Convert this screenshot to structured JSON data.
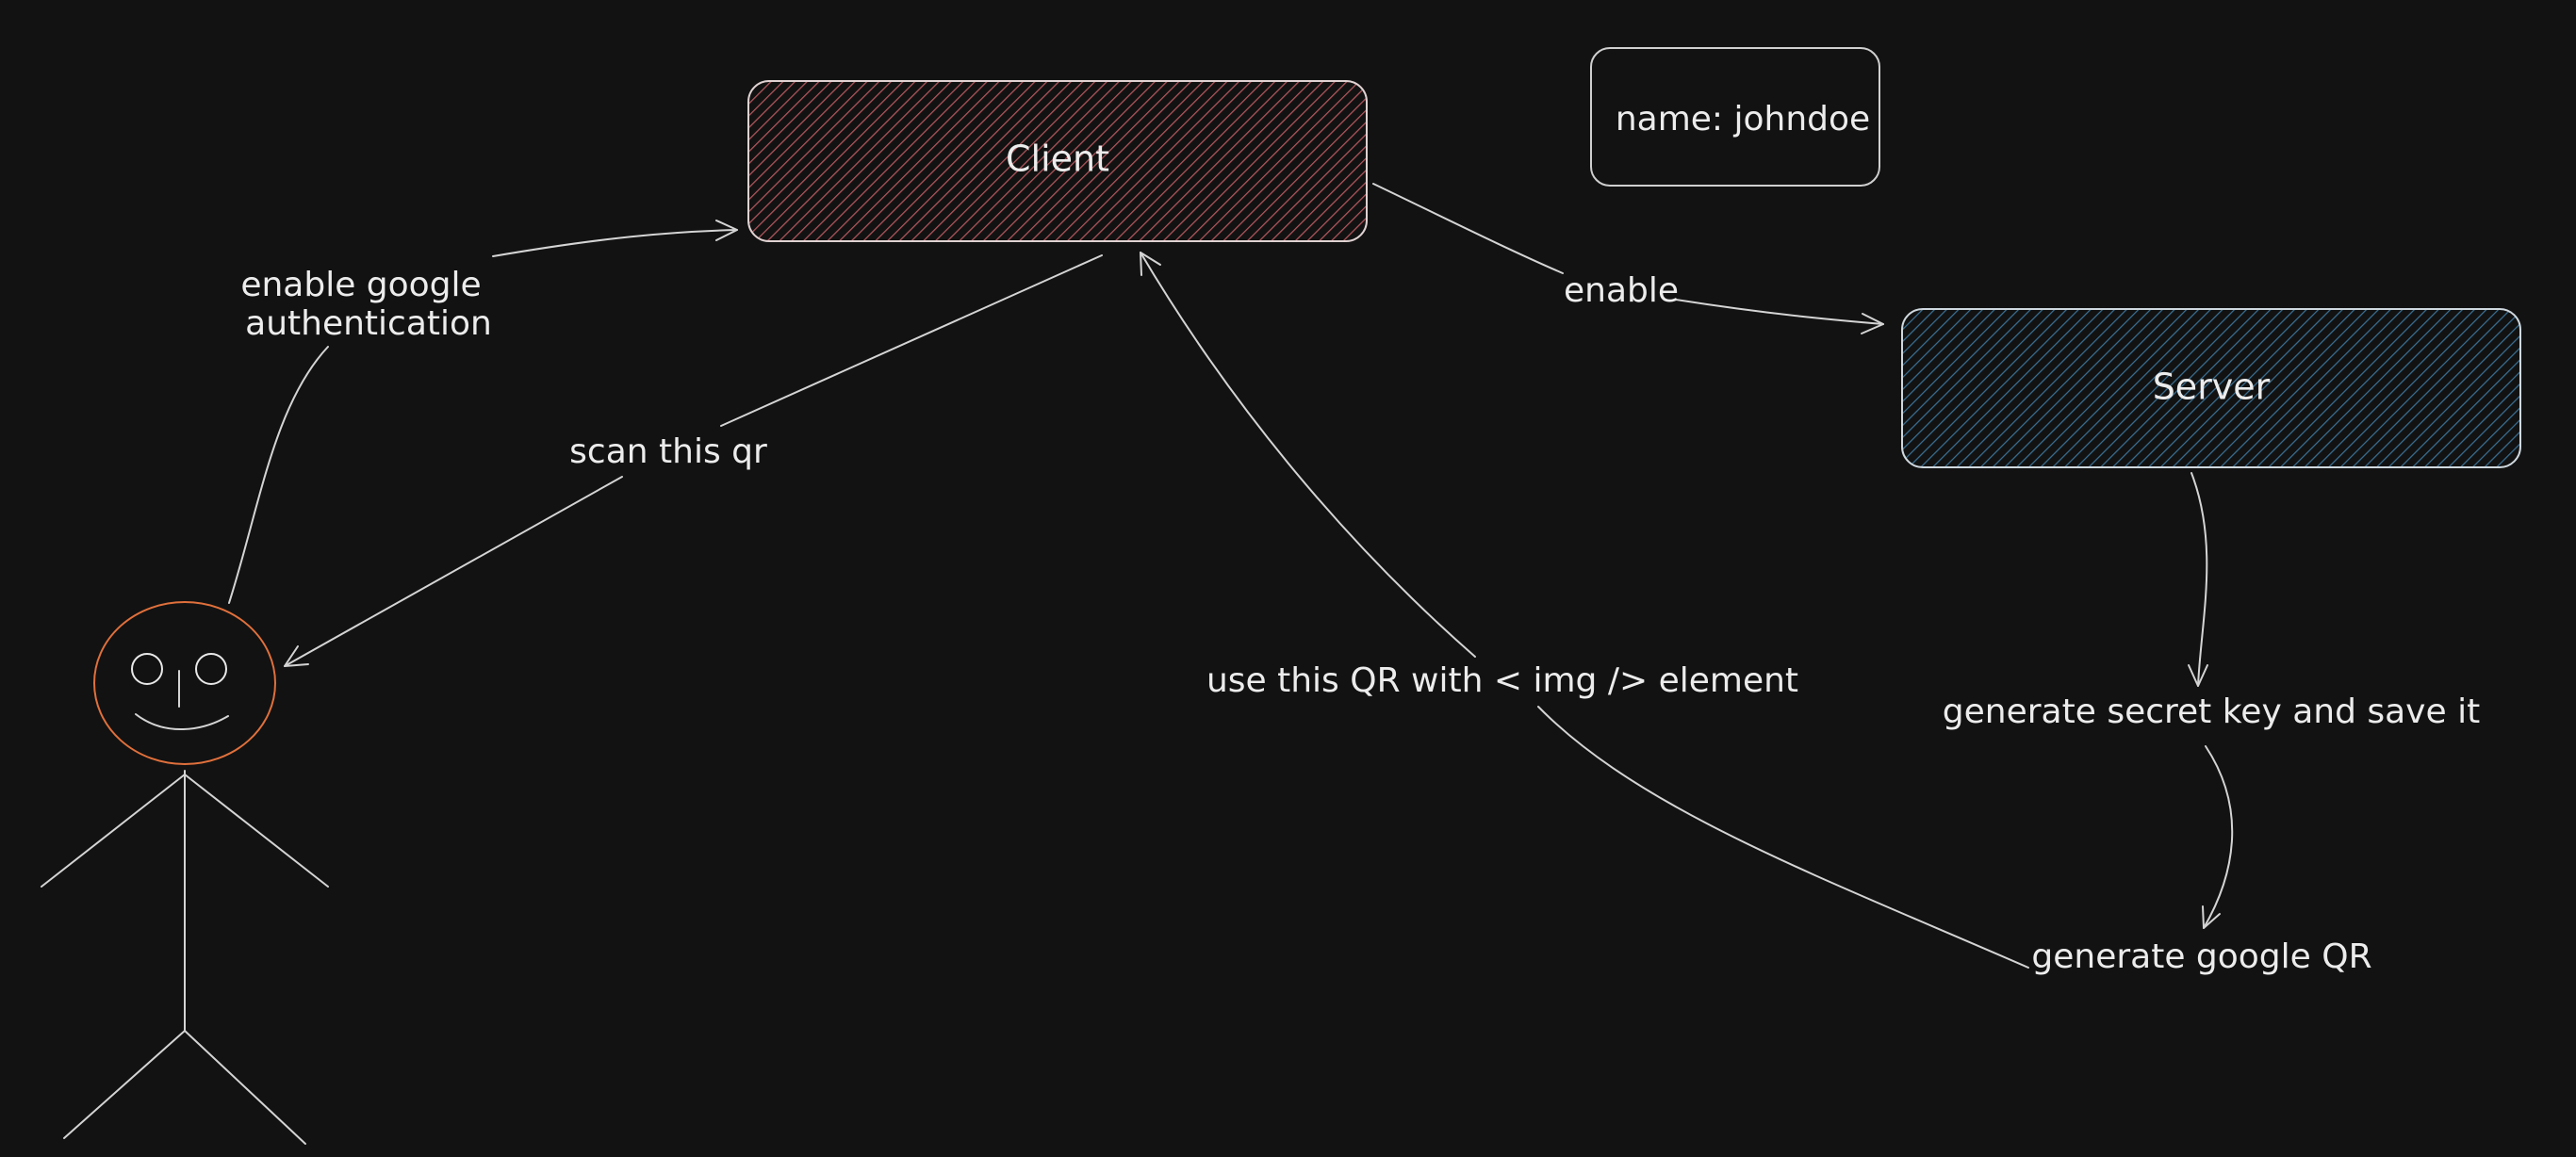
{
  "diagram": {
    "nodes": {
      "client": {
        "label": "Client",
        "fill_color": "#b3575d",
        "stroke_color": "#e0d2d2"
      },
      "server": {
        "label": "Server",
        "fill_color": "#3a6f93",
        "stroke_color": "#cfd8de"
      },
      "user_note": {
        "label": "name: johndoe",
        "stroke_color": "#cfcfcf"
      },
      "person": {
        "head_color": "#e0703c",
        "body_color": "#e8e8e8"
      }
    },
    "edges": {
      "enable_google_auth": {
        "label_lines": [
          "enable google",
          "authentication"
        ]
      },
      "enable": {
        "label": "enable"
      },
      "scan_qr": {
        "label": "scan this qr"
      },
      "use_qr": {
        "label": "use this QR with < img /> element"
      },
      "generate_secret": {
        "label": "generate secret key and save it"
      },
      "generate_qr": {
        "label": "generate google QR"
      }
    },
    "colors": {
      "background": "#121212",
      "text": "#ececec",
      "edge": "#d4d4d4"
    }
  }
}
